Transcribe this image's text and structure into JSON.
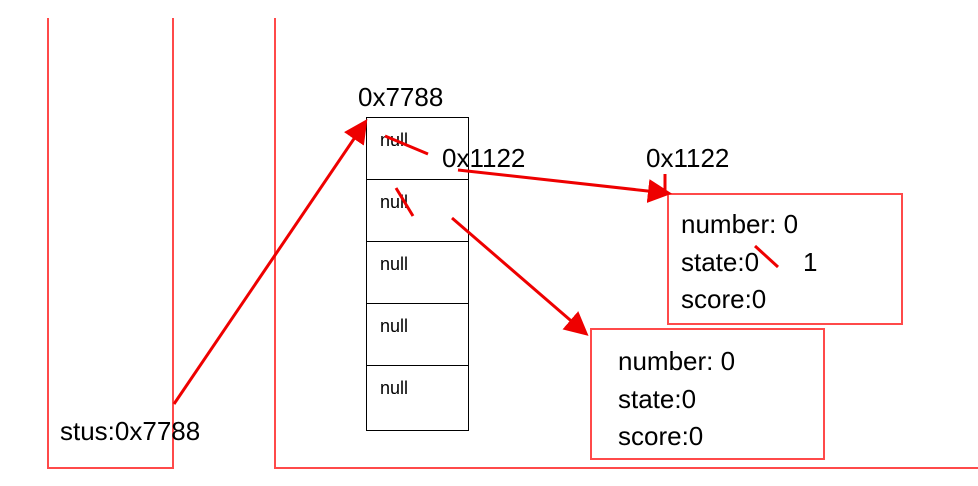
{
  "stack": {
    "variable": "stus:0x7788"
  },
  "array": {
    "address": "0x7788",
    "cells": [
      "null",
      "null",
      "null",
      "null",
      "null"
    ]
  },
  "element0_ref": "0x1122",
  "object1": {
    "address": "0x1122",
    "fields": [
      "number: 0",
      "state:0",
      "score:0"
    ],
    "new_state_value": "1"
  },
  "object2": {
    "fields": [
      "number: 0",
      "state:0",
      "score:0"
    ]
  },
  "colors": {
    "arrow": "#ee0000",
    "frame": "#ff4a4a"
  }
}
